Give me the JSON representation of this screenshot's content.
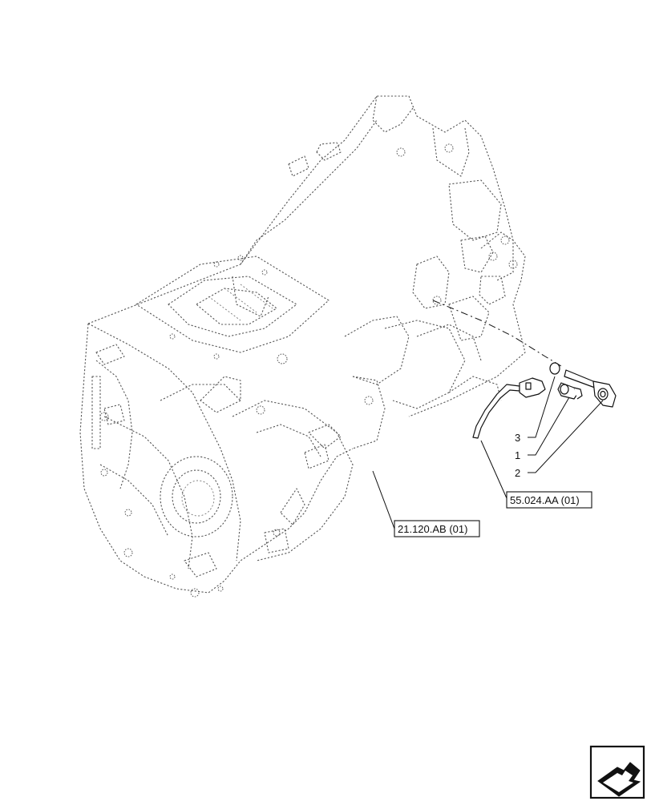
{
  "callouts": {
    "item3": "3",
    "item1": "1",
    "item2": "2"
  },
  "references": {
    "ref_a": "55.024.AA (01)",
    "ref_b": "21.120.AB (01)"
  },
  "icons": {
    "corner_icon": "next-page-arrow-icon"
  }
}
